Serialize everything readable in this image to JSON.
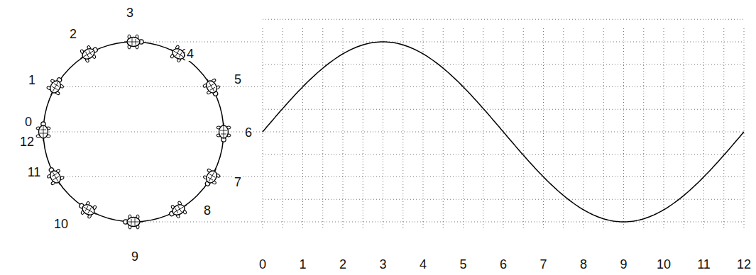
{
  "diagram": {
    "labels": [
      "3",
      "2",
      "4",
      "1",
      "5",
      "0",
      "6",
      "12",
      "11",
      "7",
      "10",
      "8",
      "9",
      "0",
      "1",
      "2",
      "3",
      "4",
      "5",
      "6",
      "7",
      "8",
      "9",
      "10",
      "11",
      "12"
    ]
  }
}
